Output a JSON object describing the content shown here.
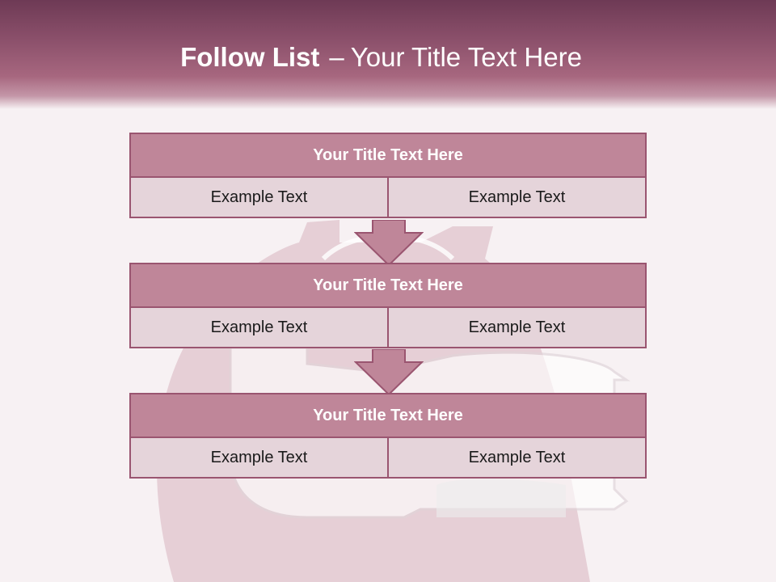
{
  "header": {
    "title_bold": "Follow List",
    "title_dash": "–",
    "title_rest": "Your Title Text Here"
  },
  "blocks": [
    {
      "title": "Your Title Text Here",
      "left": "Example Text",
      "right": "Example Text"
    },
    {
      "title": "Your Title Text Here",
      "left": "Example Text",
      "right": "Example Text"
    },
    {
      "title": "Your Title Text Here",
      "left": "Example Text",
      "right": "Example Text"
    }
  ],
  "colors": {
    "header": "#8a4f6a",
    "block_head": "#bf8699",
    "cell": "#e5d4da",
    "border": "#9a5570"
  }
}
